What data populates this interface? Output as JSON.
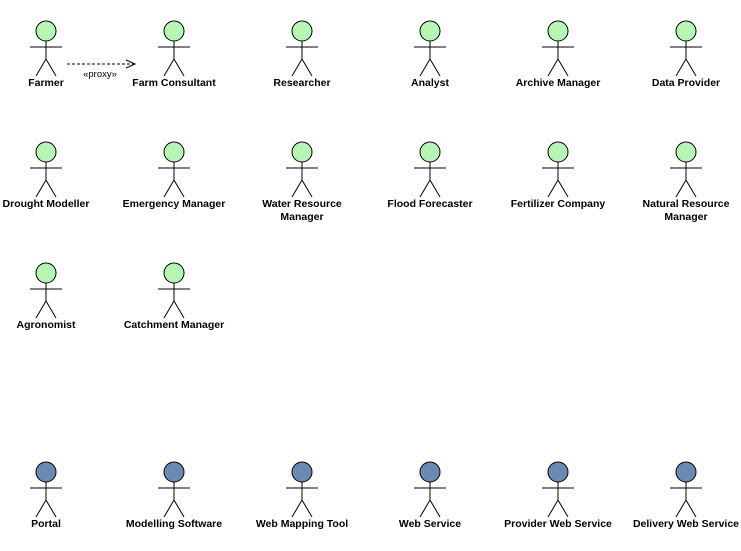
{
  "colors": {
    "human_actor": "#b6f5b4",
    "system_actor": "#6a8bb5",
    "outline": "#000000"
  },
  "human_actors": [
    {
      "id": "farmer",
      "lines": [
        "Farmer"
      ]
    },
    {
      "id": "farm-consultant",
      "lines": [
        "Farm Consultant"
      ]
    },
    {
      "id": "researcher",
      "lines": [
        "Researcher"
      ]
    },
    {
      "id": "analyst",
      "lines": [
        "Analyst"
      ]
    },
    {
      "id": "archive-manager",
      "lines": [
        "Archive Manager"
      ]
    },
    {
      "id": "data-provider",
      "lines": [
        "Data Provider"
      ]
    },
    {
      "id": "drought-modeller",
      "lines": [
        "Drought Modeller"
      ]
    },
    {
      "id": "emergency-manager",
      "lines": [
        "Emergency Manager"
      ]
    },
    {
      "id": "water-resource-manager",
      "lines": [
        "Water Resource",
        "Manager"
      ]
    },
    {
      "id": "flood-forecaster",
      "lines": [
        "Flood Forecaster"
      ]
    },
    {
      "id": "fertilizer-company",
      "lines": [
        "Fertilizer Company"
      ]
    },
    {
      "id": "natural-resource-manager",
      "lines": [
        "Natural Resource",
        "Manager"
      ]
    },
    {
      "id": "agronomist",
      "lines": [
        "Agronomist"
      ]
    },
    {
      "id": "catchment-manager",
      "lines": [
        "Catchment Manager"
      ]
    }
  ],
  "system_actors": [
    {
      "id": "portal",
      "lines": [
        "Portal"
      ]
    },
    {
      "id": "modelling-software",
      "lines": [
        "Modelling Software"
      ]
    },
    {
      "id": "web-mapping-tool",
      "lines": [
        "Web Mapping Tool"
      ]
    },
    {
      "id": "web-service",
      "lines": [
        "Web Service"
      ]
    },
    {
      "id": "provider-web-service",
      "lines": [
        "Provider Web Service"
      ]
    },
    {
      "id": "delivery-web-service",
      "lines": [
        "Delivery Web Service"
      ]
    }
  ],
  "relations": [
    {
      "type": "dependency",
      "from": "farmer",
      "to": "farm-consultant",
      "stereotype": "«proxy»"
    }
  ]
}
